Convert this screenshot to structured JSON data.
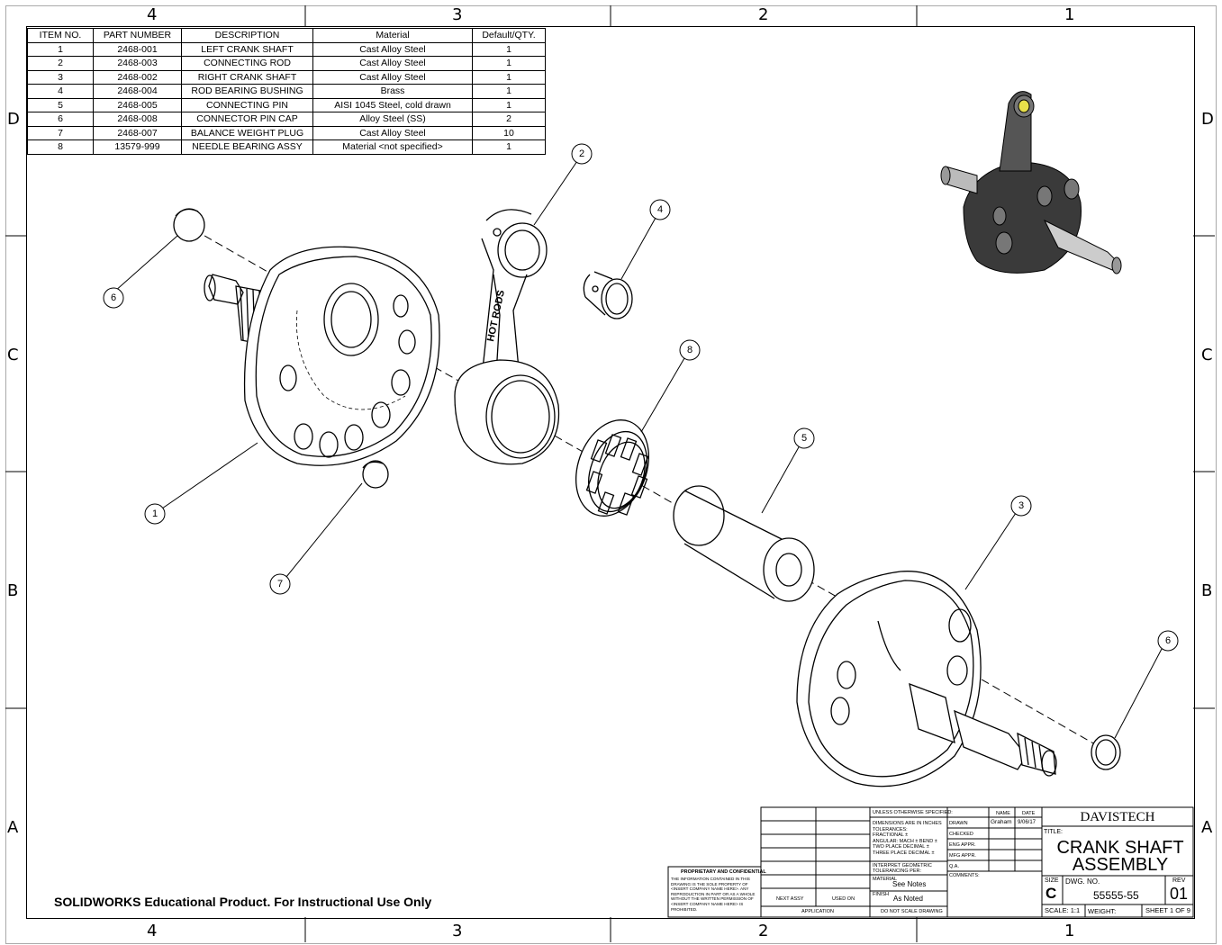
{
  "zones": {
    "columns": [
      "4",
      "3",
      "2",
      "1"
    ],
    "rows": [
      "D",
      "C",
      "B",
      "A"
    ]
  },
  "bom": {
    "headers": [
      "ITEM NO.",
      "PART NUMBER",
      "DESCRIPTION",
      "Material",
      "Default/QTY."
    ],
    "rows": [
      [
        "1",
        "2468-001",
        "LEFT CRANK SHAFT",
        "Cast Alloy Steel",
        "1"
      ],
      [
        "2",
        "2468-003",
        "CONNECTING ROD",
        "Cast Alloy Steel",
        "1"
      ],
      [
        "3",
        "2468-002",
        "RIGHT CRANK SHAFT",
        "Cast Alloy Steel",
        "1"
      ],
      [
        "4",
        "2468-004",
        "ROD BEARING BUSHING",
        "Brass",
        "1"
      ],
      [
        "5",
        "2468-005",
        "CONNECTING PIN",
        "AISI 1045 Steel, cold drawn",
        "1"
      ],
      [
        "6",
        "2468-008",
        "CONNECTOR PIN CAP",
        "Alloy Steel (SS)",
        "2"
      ],
      [
        "7",
        "2468-007",
        "BALANCE WEIGHT PLUG",
        "Cast Alloy Steel",
        "10"
      ],
      [
        "8",
        "13579-999",
        "NEEDLE BEARING ASSY",
        "Material <not specified>",
        "1"
      ]
    ]
  },
  "balloons": {
    "b1": "1",
    "b2": "2",
    "b3": "3",
    "b4": "4",
    "b5": "5",
    "b6a": "6",
    "b6b": "6",
    "b7": "7",
    "b8": "8"
  },
  "rod_text": "HOT RODS",
  "watermark": "SOLIDWORKS Educational Product. For Instructional Use Only",
  "title_block": {
    "company": "DAVISTECH",
    "title_label": "TITLE:",
    "title_line1": "CRANK SHAFT",
    "title_line2": "ASSEMBLY",
    "size_label": "SIZE",
    "size": "C",
    "dwg_label": "DWG.  NO.",
    "dwg_no": "55555-55",
    "rev_label": "REV",
    "rev": "01",
    "scale": "SCALE: 1:1",
    "weight": "WEIGHT:",
    "sheet": "SHEET 1 OF 9",
    "unless": "UNLESS OTHERWISE SPECIFIED:",
    "dims": "DIMENSIONS ARE IN INCHES",
    "tol": "TOLERANCES:",
    "frac": "FRACTIONAL ±",
    "ang": "ANGULAR: MACH ±    BEND ±",
    "two": "TWO PLACE DECIMAL    ±",
    "three": "THREE PLACE DECIMAL  ±",
    "interp1": "INTERPRET GEOMETRIC",
    "interp2": "TOLERANCING PER:",
    "material": "MATERIAL",
    "see_notes": "See Notes",
    "finish": "FINISH",
    "as_noted": "As Noted",
    "no_scale": "DO NOT SCALE DRAWING",
    "name_hdr": "NAME",
    "date_hdr": "DATE",
    "drawn": "DRAWN",
    "drawn_name": "Graham",
    "drawn_date": "9/06/17",
    "checked": "CHECKED",
    "eng": "ENG APPR.",
    "mfg": "MFG APPR.",
    "qa": "Q.A.",
    "comments": "COMMENTS:",
    "next_assy": "NEXT ASSY",
    "used_on": "USED ON",
    "application": "APPLICATION",
    "prop_title": "PROPRIETARY AND CONFIDENTIAL",
    "prop_text": "THE INFORMATION CONTAINED IN THIS DRAWING IS THE SOLE PROPERTY OF <INSERT COMPANY NAME HERE>. ANY REPRODUCTION IN PART OR AS A WHOLE WITHOUT THE WRITTEN PERMISSION OF <INSERT COMPANY NAME HERE> IS PROHIBITED."
  }
}
